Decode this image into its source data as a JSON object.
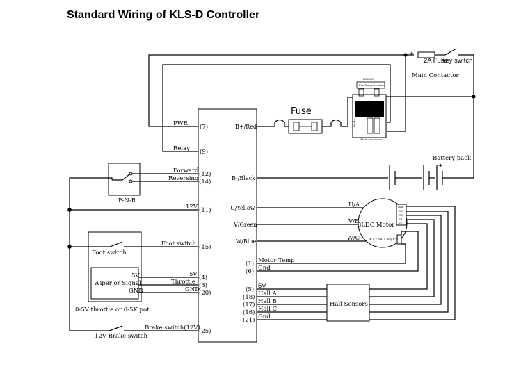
{
  "title": "Standard Wiring of KLS-D Controller",
  "top": {
    "plus": "+",
    "fuse2a": "2A Fuse",
    "key_switch": "Key switch",
    "main_contactor": "Main Contactor"
  },
  "contactor": {
    "label1": "DLY6W",
    "label2": "Precharge resistor",
    "diode": "Diode",
    "bottom": "Main contactor"
  },
  "fuse_label": "Fuse",
  "controller": {
    "left_pins": [
      {
        "name": "PWR",
        "pin": "(7)"
      },
      {
        "name": "Relay",
        "pin": "(9)"
      },
      {
        "name": "Forward",
        "pin": "(12)"
      },
      {
        "name": "Reversing",
        "pin": "(14)"
      },
      {
        "name": "12V",
        "pin": "(11)"
      },
      {
        "name": "Foot switch",
        "pin": "(15)"
      },
      {
        "name": "5V",
        "pin": "(4)"
      },
      {
        "name": "Throttle",
        "pin": "(3)"
      },
      {
        "name": "GND",
        "pin": "(20)"
      },
      {
        "name": "Brake switch(12V)",
        "pin": "(25)"
      }
    ],
    "right_labels": [
      "B+/Red",
      "B-/Black",
      "U/Yellow",
      "V/Green",
      "W/Blue"
    ],
    "right_pins": [
      "(1)",
      "(6)",
      "(5)",
      "(18)",
      "(17)",
      "(16)",
      "(21)"
    ],
    "right_names": [
      "Motor Temp",
      "Gnd",
      "5V",
      "Hall A",
      "Hall B",
      "Hall C",
      "Gnd"
    ]
  },
  "fnr": "F-N-R",
  "foot_switch_box": "Foot switch",
  "wiper": {
    "label": "Wiper or Signal",
    "v5": "5V",
    "gnd": "GND"
  },
  "throttle_note": "0-5V throttle or 0-5K pot",
  "brake_note": "12V Brake switch",
  "battery": {
    "label": "Battery pack",
    "plus": "+"
  },
  "motor": {
    "label": "BLDC Motor",
    "sensor": "KTY84-130/150",
    "phases": [
      "U/A",
      "V/B",
      "W/C"
    ],
    "hall_pins": [
      "Gnd",
      "SC",
      "SB",
      "SA",
      "5V"
    ]
  },
  "hall_sensors": "Hall Sensors"
}
